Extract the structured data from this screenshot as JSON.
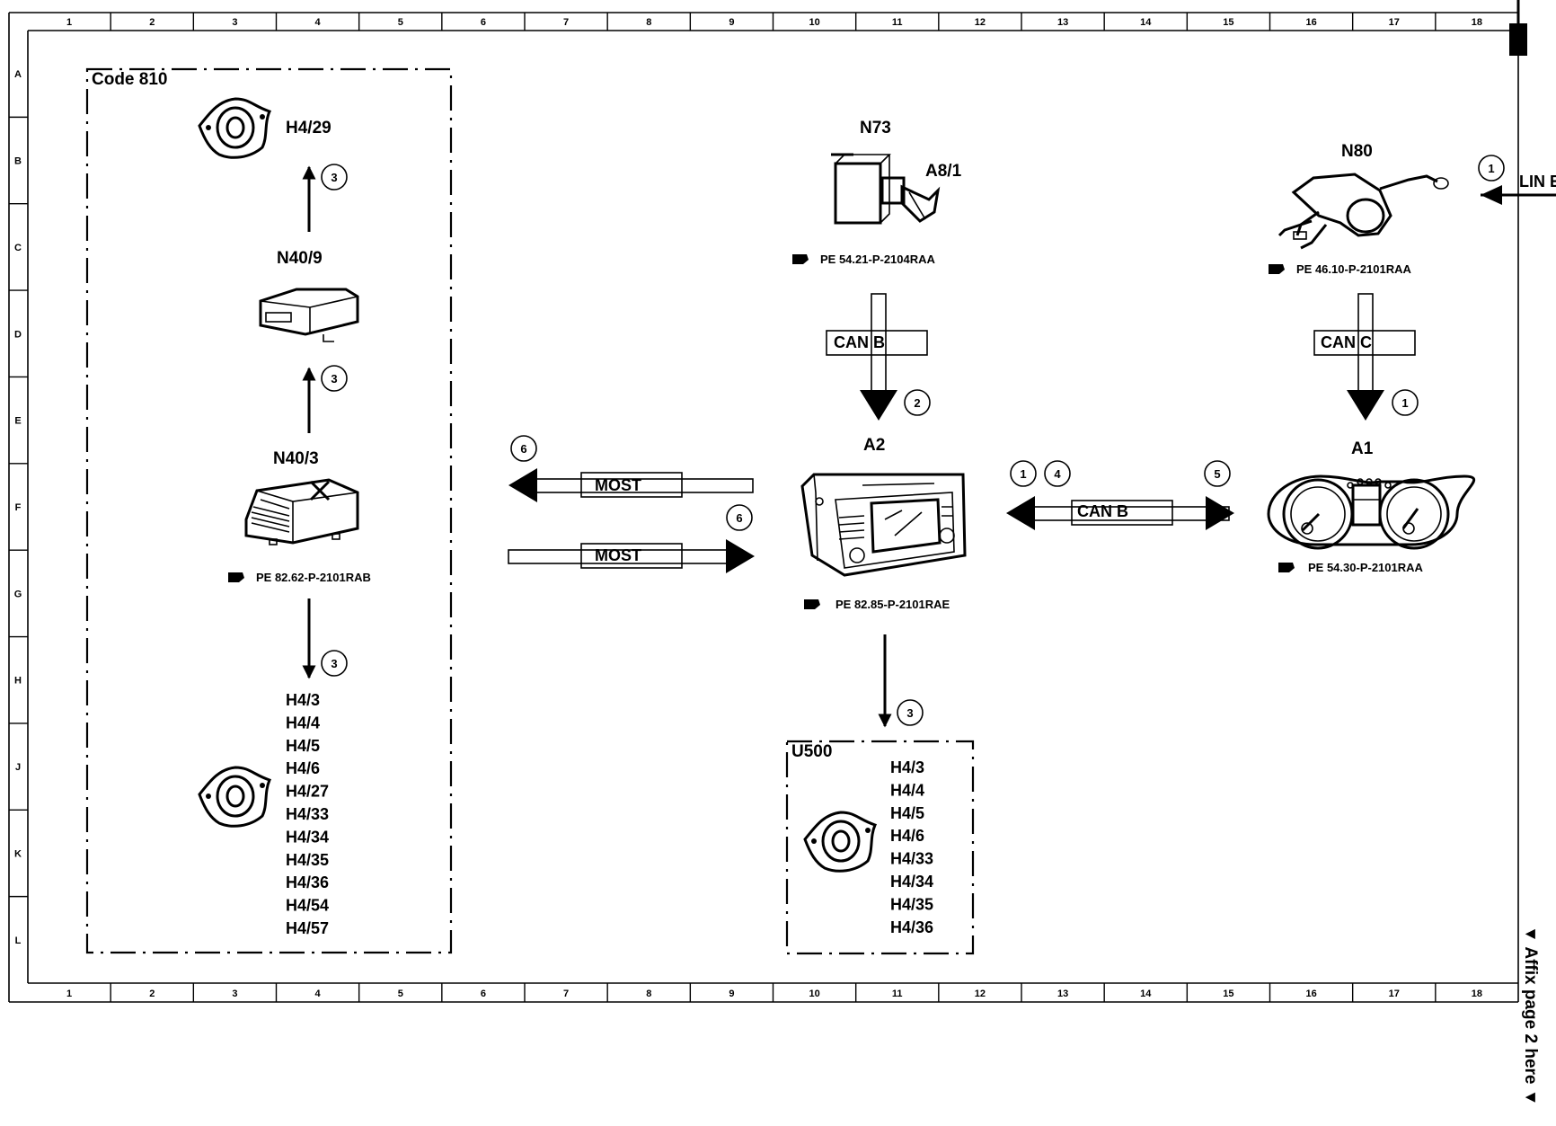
{
  "grid": {
    "columns": [
      "1",
      "2",
      "3",
      "4",
      "5",
      "6",
      "7",
      "8",
      "9",
      "10",
      "11",
      "12",
      "13",
      "14",
      "15",
      "16",
      "17",
      "18"
    ],
    "rows": [
      "A",
      "B",
      "C",
      "D",
      "E",
      "F",
      "G",
      "H",
      "J",
      "K",
      "L"
    ]
  },
  "groups": {
    "code810": "Code 810",
    "u500": "U500"
  },
  "components": {
    "h4_29": "H4/29",
    "n40_9": "N40/9",
    "n40_3": "N40/3",
    "n40_3_ref": "PE 82.62-P-2101RAB",
    "n73": "N73",
    "a8_1": "A8/1",
    "n73_ref": "PE 54.21-P-2104RAA",
    "n80": "N80",
    "n80_ref": "PE 46.10-P-2101RAA",
    "a2": "A2",
    "a2_ref": "PE 82.85-P-2101RAE",
    "a1": "A1",
    "a1_ref": "PE 54.30-P-2101RAA"
  },
  "speakers_left": [
    "H4/3",
    "H4/4",
    "H4/5",
    "H4/6",
    "H4/27",
    "H4/33",
    "H4/34",
    "H4/35",
    "H4/36",
    "H4/54",
    "H4/57"
  ],
  "speakers_u500": [
    "H4/3",
    "H4/4",
    "H4/5",
    "H4/6",
    "H4/33",
    "H4/34",
    "H4/35",
    "H4/36"
  ],
  "buses": {
    "can_b_top": "CAN B",
    "can_c": "CAN C",
    "most_out": "MOST",
    "most_in": "MOST",
    "can_b_mid": "CAN B",
    "lin_e": "LIN E"
  },
  "callouts": {
    "n40_9_to_h4_29": "3",
    "n40_3_to_n40_9": "3",
    "n40_3_to_speakers": "3",
    "most_out": "6",
    "most_in": "6",
    "can_b_top": "2",
    "can_c": "1",
    "lin_e": "1",
    "can_b_left_a": "1",
    "can_b_left_b": "4",
    "can_b_right": "5",
    "a2_to_u500": "3"
  },
  "side_note": "▼ Affix page 2 here ▼"
}
